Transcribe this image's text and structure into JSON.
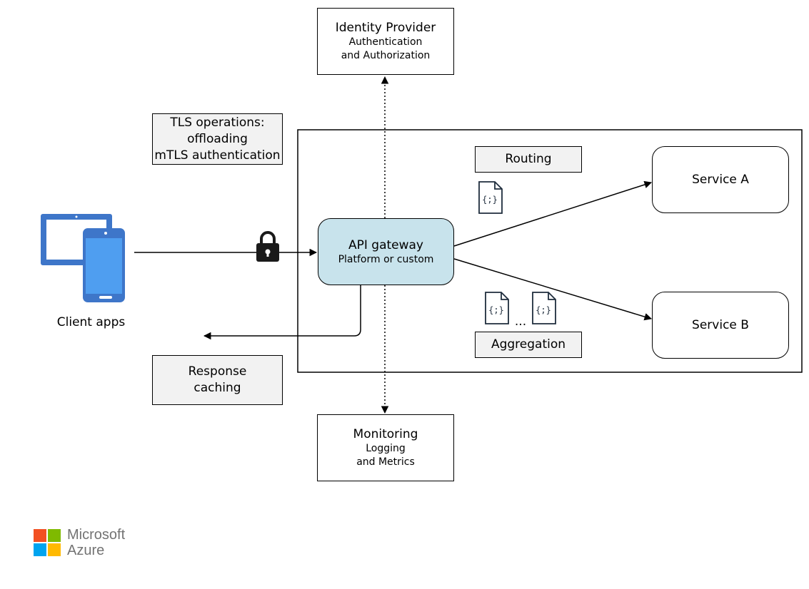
{
  "identity": {
    "title": "Identity Provider",
    "line1": "Authentication",
    "line2": "and Authorization"
  },
  "tls": {
    "line1": "TLS operations:",
    "line2": "offloading",
    "line3": "mTLS authentication"
  },
  "routing": {
    "label": "Routing"
  },
  "aggregation": {
    "label": "Aggregation",
    "ellipsis": "..."
  },
  "gateway": {
    "title": "API gateway",
    "subtitle": "Platform or custom"
  },
  "service_a": {
    "label": "Service A"
  },
  "service_b": {
    "label": "Service B"
  },
  "client": {
    "label": "Client apps"
  },
  "caching": {
    "line1": "Response",
    "line2": "caching"
  },
  "monitoring": {
    "title": "Monitoring",
    "line1": "Logging",
    "line2": "and Metrics"
  },
  "file_icon_text": "{;}",
  "brand": {
    "line1": "Microsoft",
    "line2": "Azure"
  },
  "colors": {
    "gateway_fill": "#c8e3ec",
    "label_fill": "#f2f2f2",
    "device_blue": "#3e76c9",
    "device_light": "#4f9ef0",
    "ms_red": "#f25022",
    "ms_green": "#7fba00",
    "ms_blue": "#00a4ef",
    "ms_yellow": "#ffb900"
  }
}
